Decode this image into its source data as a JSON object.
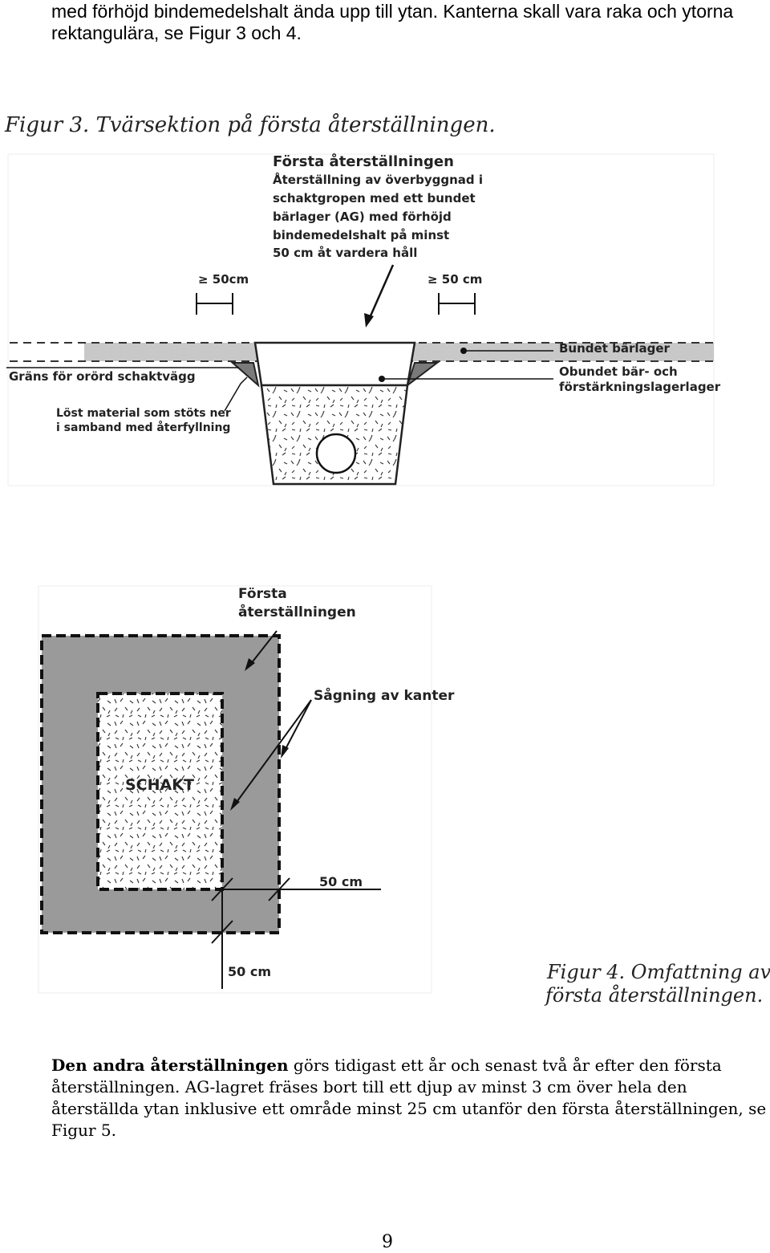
{
  "intro": {
    "line1": "med förhöjd bindemedelshalt ända upp till ytan. Kanterna skall vara raka och ytorna",
    "line2": "rektangulära, se Figur 3 och 4."
  },
  "figure3": {
    "caption": "Figur 3. Tvärsektion på första återställningen.",
    "heading": "Första återställningen",
    "desc": [
      "Återställning av överbyggnad i",
      "schaktgropen med ett bundet",
      "bärlager (AG) med förhöjd",
      "bindemedelshalt på minst",
      "50 cm åt vardera håll"
    ],
    "dim_left": "≥ 50cm",
    "dim_right": "≥ 50 cm",
    "label_bound": "Bundet bärlager",
    "label_unbound_1": "Obundet bär- och",
    "label_unbound_2": "förstärkningslagerlager",
    "label_limit": "Gräns för orörd schaktvägg",
    "label_loose_1": "Löst material som stöts ner",
    "label_loose_2": "i samband med återfyllning"
  },
  "figure4": {
    "label_first_1": "Första",
    "label_first_2": "återställningen",
    "label_sawing": "Sågning av kanter",
    "label_schakt": "SCHAKT",
    "dim_right": "50 cm",
    "dim_bottom": "50 cm",
    "caption_1": "Figur 4. Omfattning av",
    "caption_2": "första återställningen."
  },
  "body": {
    "bold_lead": "Den andra återställningen",
    "line1_rest": " görs tidigast ett år och senast två år efter den första",
    "line2": "återställningen. AG-lagret fräses bort till ett djup av minst 3 cm över hela den",
    "line3": "återställda ytan inklusive ett område minst 25 cm utanför den första återställningen, se",
    "line4": "Figur 5."
  },
  "page_number": "9"
}
